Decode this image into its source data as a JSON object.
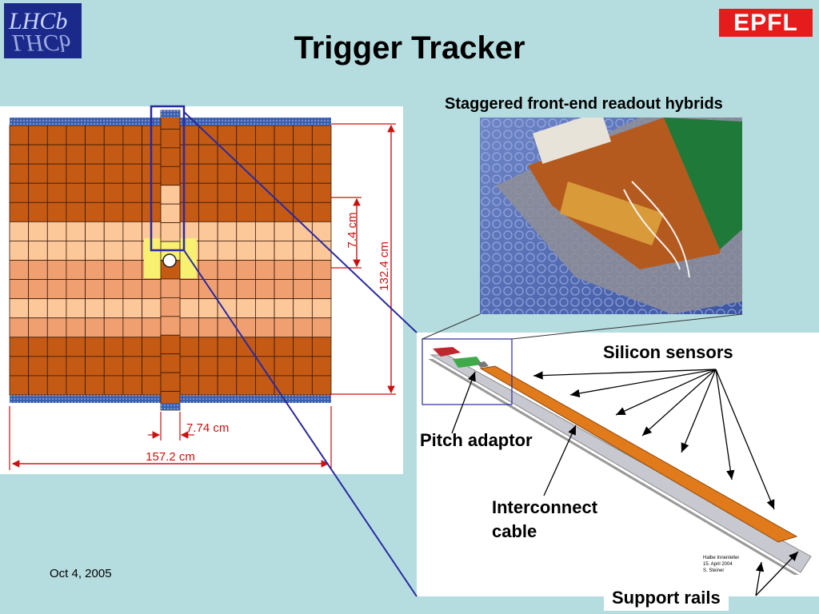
{
  "title": "Trigger Tracker",
  "logos": {
    "left": "LHCb",
    "right": "EPFL"
  },
  "date": "Oct 4, 2005",
  "detector": {
    "dim_74": "7.4 cm",
    "dim_1324": "132.4 cm",
    "dim_774": "7.74 cm",
    "dim_1572": "157.2 cm"
  },
  "photo_caption": "Staggered front-end readout hybrids",
  "module": {
    "silicon_sensors": "Silicon sensors",
    "pitch_adaptor": "Pitch adaptor",
    "interconnect_line1": "Interconnect",
    "interconnect_line2": "cable",
    "support_rails": "Support rails",
    "note_lines": [
      "Halbe Innenleiter",
      "15. April 2004",
      "S. Steiner"
    ]
  },
  "colors": {
    "background": "#b5dde0",
    "dark_sensor": "#c45a14",
    "mid_sensor": "#f0a070",
    "light_sensor": "#fcc89a",
    "beam_yellow": "#f7f070",
    "edge_blue": "#3a5fb0",
    "zoom_blue": "#2a2aa0"
  }
}
